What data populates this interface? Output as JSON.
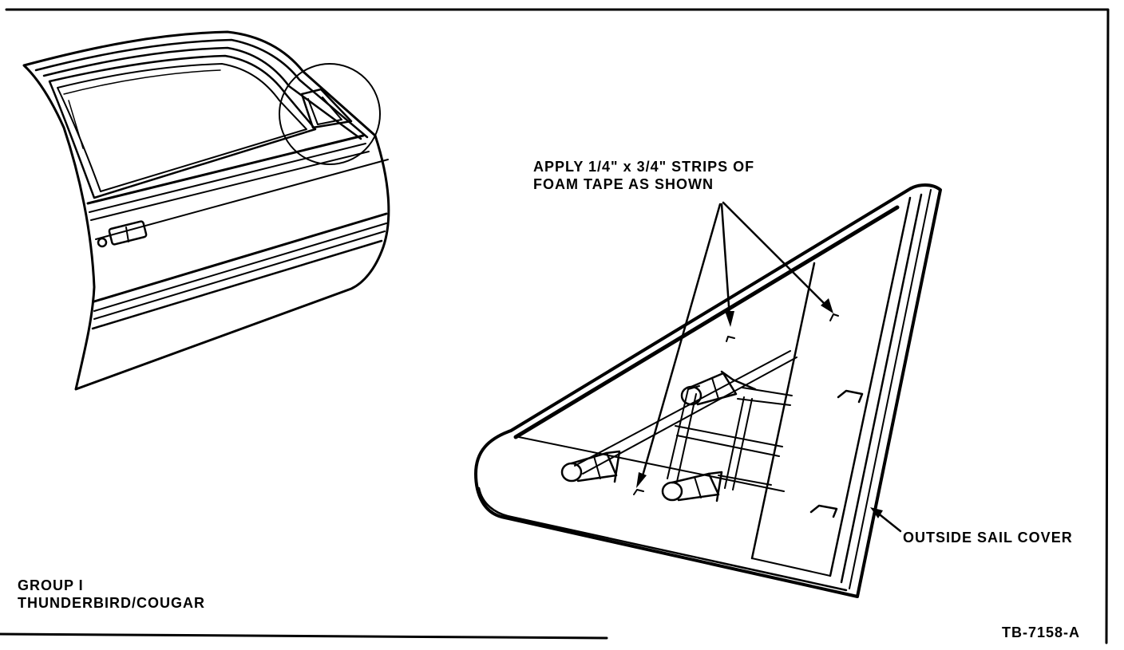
{
  "annotation": {
    "apply_line1": "APPLY 1/4\" x 3/4\" STRIPS OF",
    "apply_line2": "FOAM TAPE AS SHOWN"
  },
  "callout": {
    "outside_sail_cover": "OUTSIDE SAIL COVER"
  },
  "group": {
    "line1": "GROUP I",
    "line2": "THUNDERBIRD/COUGAR"
  },
  "figure_id": "TB-7158-A",
  "colors": {
    "ink": "#000000",
    "paper": "#ffffff"
  }
}
